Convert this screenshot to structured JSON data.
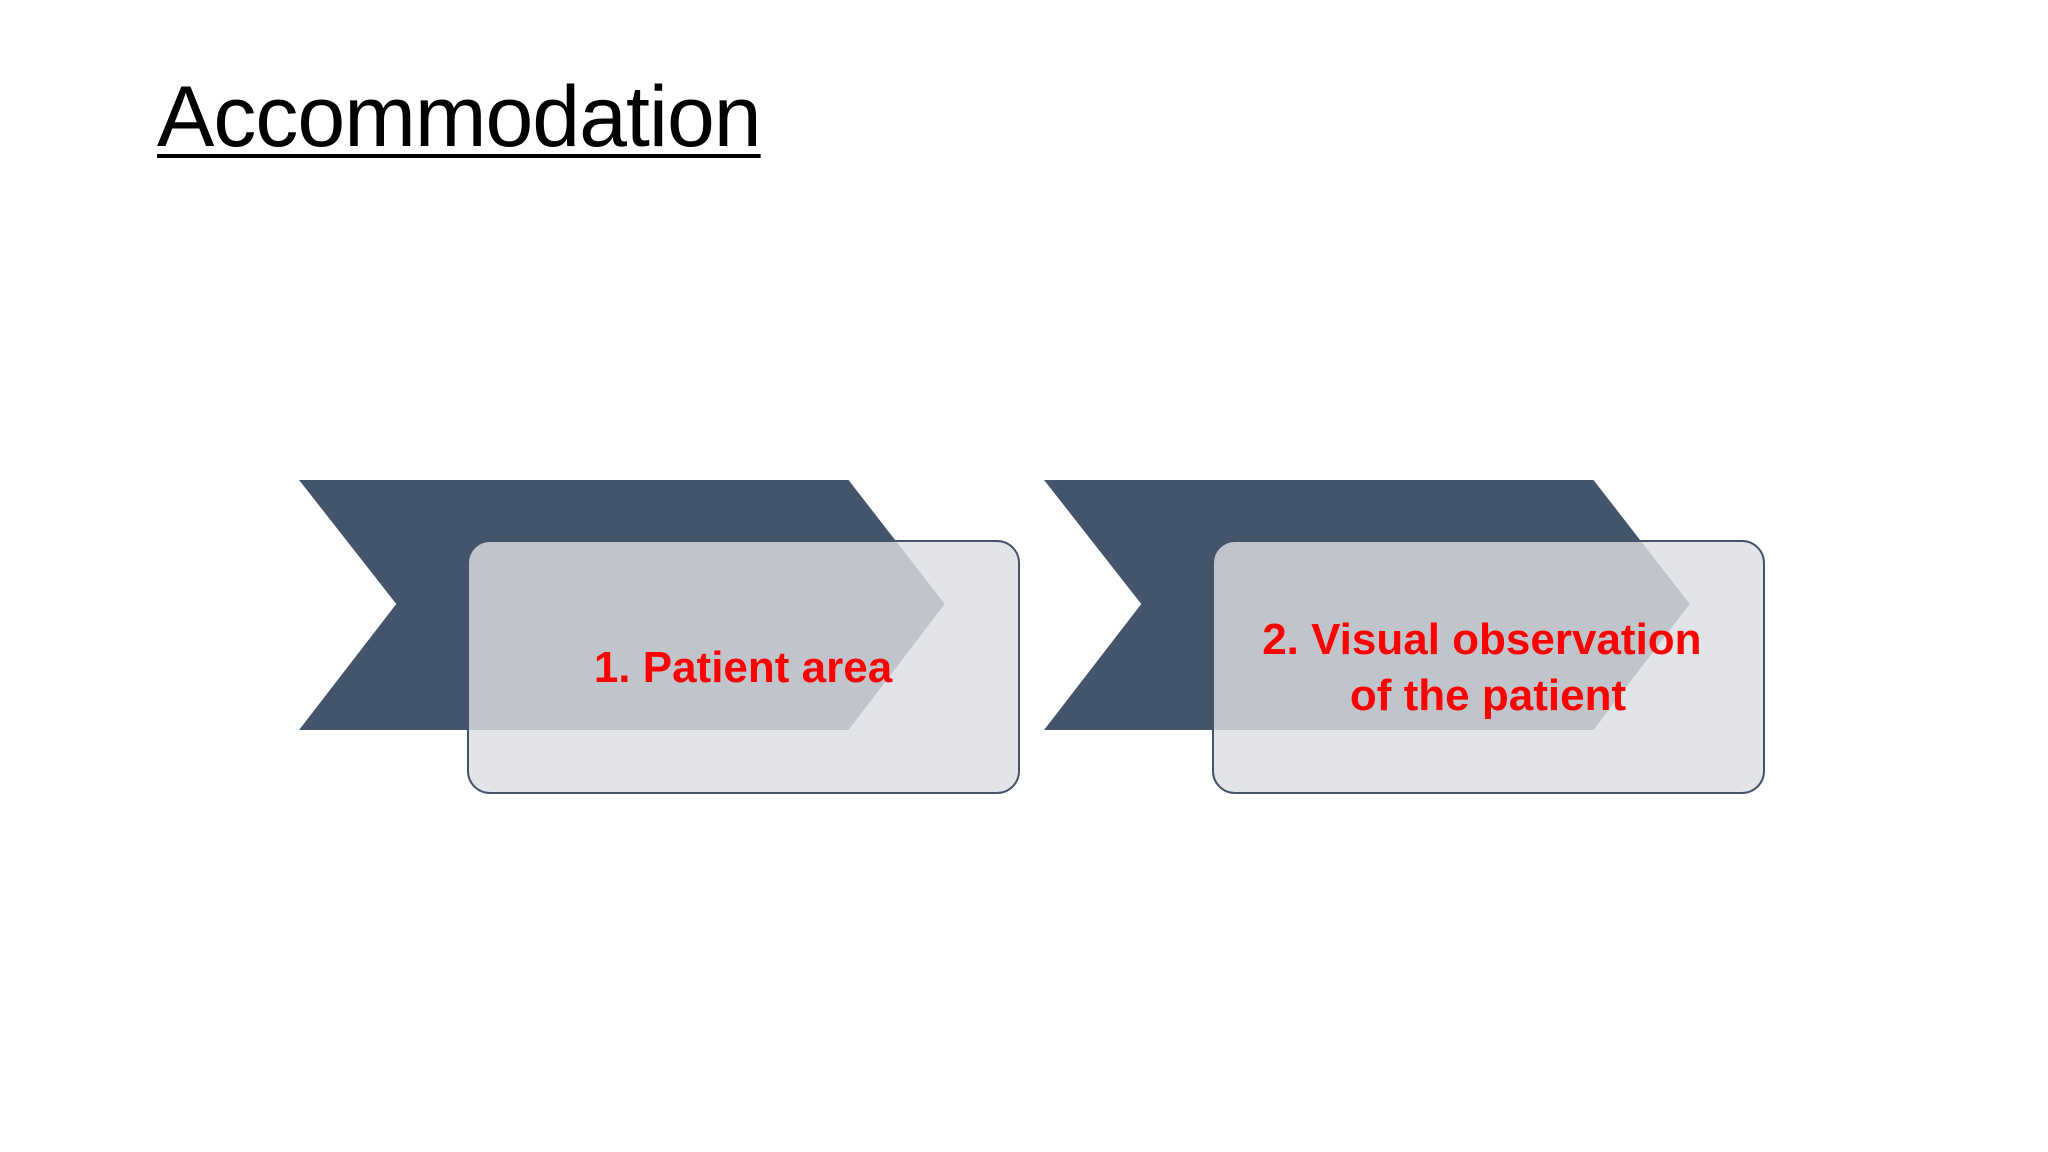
{
  "slide": {
    "title": "Accommodation"
  },
  "process": {
    "steps": [
      {
        "lines": [
          "1. Patient area"
        ]
      },
      {
        "lines": [
          "2. Visual observation",
          "of the patient"
        ]
      }
    ]
  },
  "colors": {
    "chevron": "#44546a",
    "box_fill": "#dcdee2",
    "box_border": "#44546a",
    "step_text": "#ff0000"
  }
}
